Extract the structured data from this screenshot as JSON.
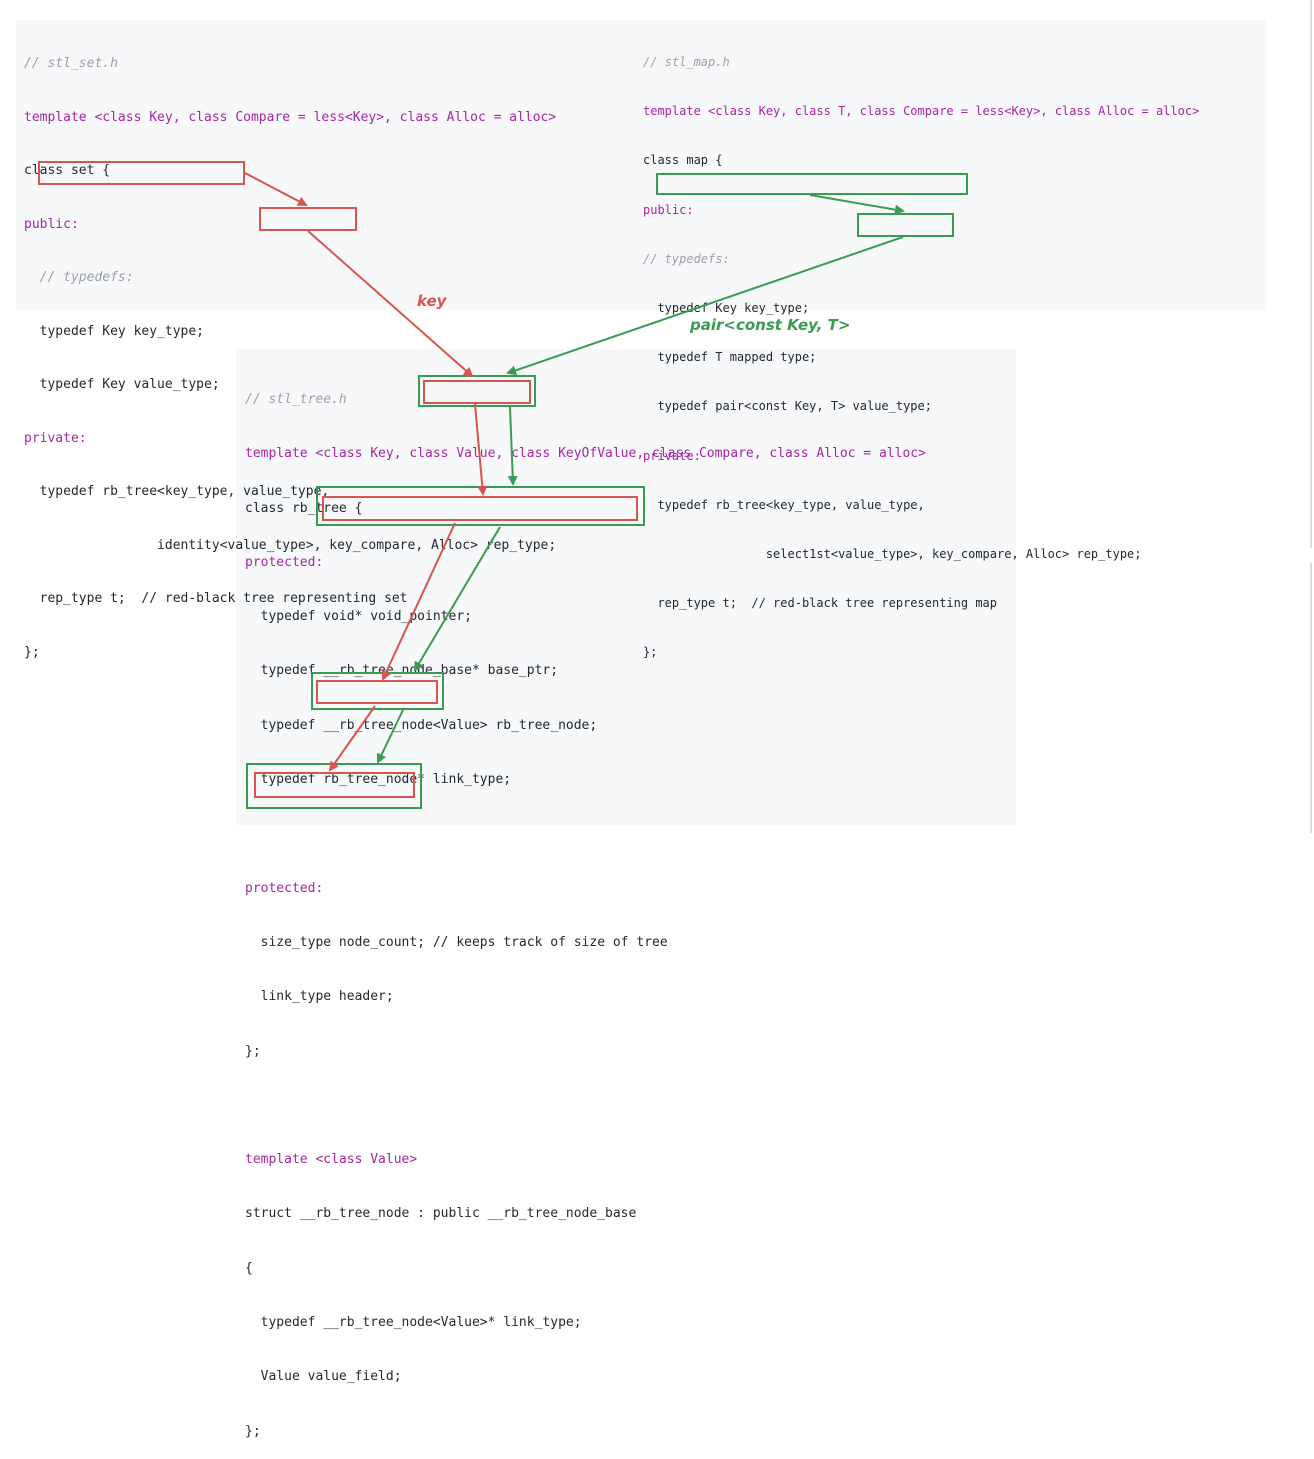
{
  "set_file": {
    "lines": [
      "// stl_set.h",
      "template <class Key, class Compare = less<Key>, class Alloc = alloc>",
      "class set {",
      "public:",
      "  // typedefs:",
      "  typedef Key key_type;",
      "  typedef Key value_type;",
      "private:",
      "  typedef rb_tree<key_type, value_type,",
      "                 identity<value_type>, key_compare, Alloc> rep_type;",
      "  rep_type t;  // red-black tree representing set",
      "};"
    ]
  },
  "map_file": {
    "lines": [
      "// stl_map.h",
      "template <class Key, class T, class Compare = less<Key>, class Alloc = alloc>",
      "class map {",
      "public:",
      "// typedefs:",
      "  typedef Key key_type;",
      "  typedef T mapped type;",
      "  typedef pair<const Key, T> value_type;",
      "private:",
      "  typedef rb_tree<key_type, value_type,",
      "                 select1st<value_type>, key_compare, Alloc> rep_type;",
      "  rep_type t;  // red-black tree representing map",
      "};"
    ]
  },
  "tree_file": {
    "lines": [
      "// stl_tree.h",
      "template <class Key, class Value, class KeyOfValue, class Compare, class Alloc = alloc>",
      "class rb_tree {",
      "protected:",
      "  typedef void* void_pointer;",
      "  typedef __rb_tree_node_base* base_ptr;",
      "  typedef __rb_tree_node<Value> rb_tree_node;",
      "  typedef rb_tree_node* link_type;",
      "",
      "protected:",
      "  size_type node_count; // keeps track of size of tree",
      "  link_type header;",
      "};",
      "",
      "template <class Value>",
      "struct __rb_tree_node : public __rb_tree_node_base",
      "{",
      "  typedef __rb_tree_node<Value>* link_type;",
      "  Value value_field;",
      "};"
    ]
  },
  "labels": {
    "set_arrow": "key",
    "map_arrow": "pair<const Key, T>"
  },
  "colors": {
    "set_flow": "#d9534f",
    "map_flow": "#3a9b52"
  }
}
